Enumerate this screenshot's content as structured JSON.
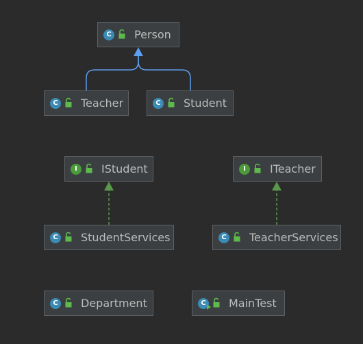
{
  "nodes": [
    {
      "id": "person",
      "label": "Person",
      "kind": "class"
    },
    {
      "id": "teacher",
      "label": "Teacher",
      "kind": "class"
    },
    {
      "id": "student",
      "label": "Student",
      "kind": "class"
    },
    {
      "id": "istudent",
      "label": "IStudent",
      "kind": "interface"
    },
    {
      "id": "iteacher",
      "label": "ITeacher",
      "kind": "interface"
    },
    {
      "id": "studentservices",
      "label": "StudentServices",
      "kind": "class"
    },
    {
      "id": "teacherservices",
      "label": "TeacherServices",
      "kind": "class"
    },
    {
      "id": "department",
      "label": "Department",
      "kind": "class"
    },
    {
      "id": "maintest",
      "label": "MainTest",
      "kind": "class-runnable"
    }
  ],
  "edges": [
    {
      "from": "teacher",
      "to": "person",
      "type": "extends"
    },
    {
      "from": "student",
      "to": "person",
      "type": "extends"
    },
    {
      "from": "studentservices",
      "to": "istudent",
      "type": "implements"
    },
    {
      "from": "teacherservices",
      "to": "iteacher",
      "type": "implements"
    }
  ],
  "badges": {
    "class": {
      "glyph": "C",
      "color": "#3b8bb4",
      "icon": "class-icon"
    },
    "interface": {
      "glyph": "I",
      "color": "#4b9b3a",
      "icon": "interface-icon"
    }
  },
  "colors": {
    "background": "#2b2b2b",
    "node_fill": "#3c3f41",
    "node_border": "#5e6163",
    "text": "#bbbbbb",
    "extends_edge": "#5d9ef0",
    "implements_edge": "#57984a",
    "lock": "#5dba4b"
  }
}
